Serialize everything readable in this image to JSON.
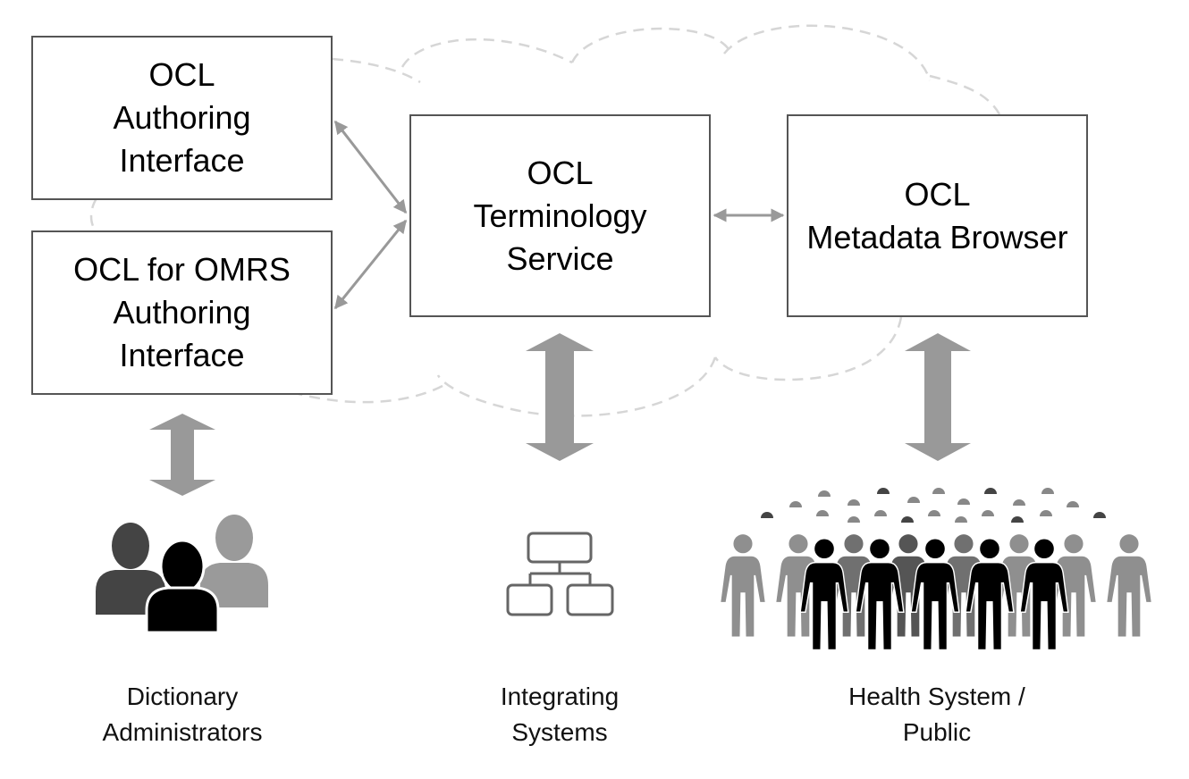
{
  "boxes": {
    "authoring": {
      "lines": [
        "OCL",
        "Authoring",
        "Interface"
      ]
    },
    "omrs": {
      "lines": [
        "OCL for OMRS",
        "Authoring",
        "Interface"
      ]
    },
    "terminology": {
      "lines": [
        "OCL",
        "Terminology",
        "Service"
      ]
    },
    "metadata": {
      "lines": [
        "OCL",
        "Metadata Browser"
      ]
    }
  },
  "captions": {
    "admins": [
      "Dictionary",
      "Administrators"
    ],
    "integrating": [
      "Integrating",
      "Systems"
    ],
    "public": [
      "Health System /",
      "Public"
    ]
  },
  "icons": {
    "admins": "users-group-icon",
    "integrating": "hierarchy-icon",
    "public": "crowd-icon"
  },
  "colors": {
    "box_border": "#555555",
    "arrow": "#999999",
    "cloud": "#d6d6d6"
  }
}
